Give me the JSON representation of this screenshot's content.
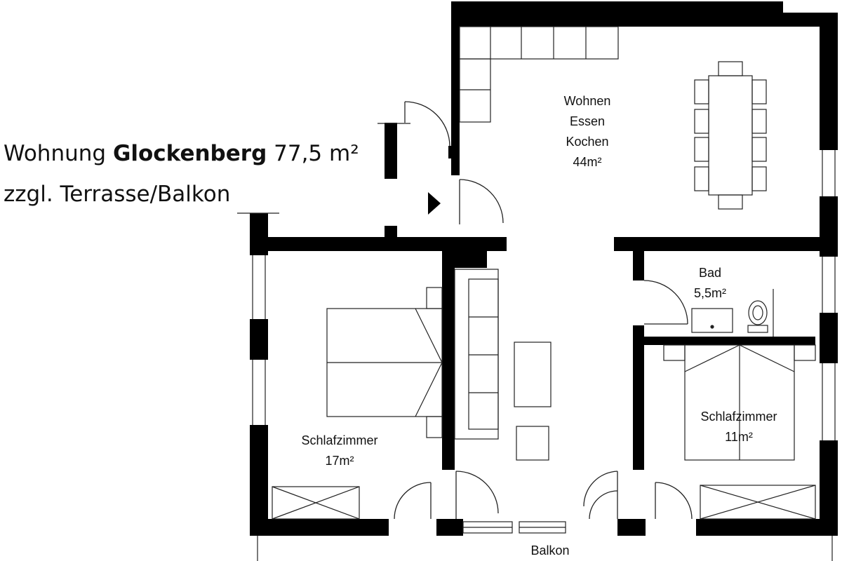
{
  "title": {
    "line1_prefix": "Wohnung",
    "line1_name": "Glockenberg",
    "line1_area": "77,5 m²",
    "line2": "zzgl. Terrasse/Balkon"
  },
  "rooms": {
    "living": {
      "name_1": "Wohnen",
      "name_2": "Essen",
      "name_3": "Kochen",
      "area": "44m²"
    },
    "bath": {
      "name": "Bad",
      "area": "5,5m²"
    },
    "bedroom_large": {
      "name": "Schlafzimmer",
      "area": "17m²"
    },
    "bedroom_small": {
      "name": "Schlafzimmer",
      "area": "11m²"
    },
    "balcony": {
      "name": "Balkon"
    }
  },
  "colors": {
    "wall": "#000000",
    "line": "#222222",
    "background": "#ffffff"
  }
}
